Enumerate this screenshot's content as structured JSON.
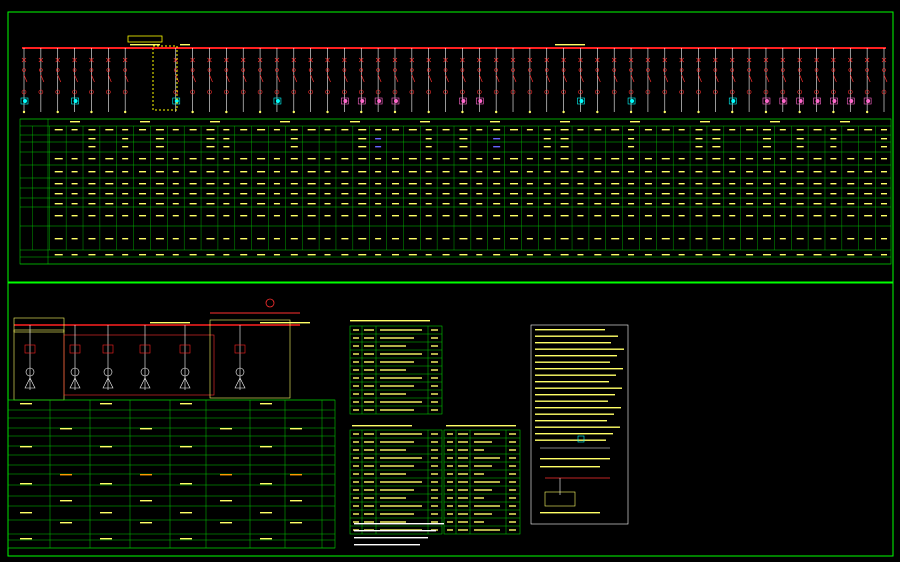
{
  "colors": {
    "background": "#000000",
    "frame": "#00ff00",
    "bus": "#ff2020",
    "feeder": "#ffffff",
    "breaker": "#ff3030",
    "table_line": "#00cc00",
    "text": "#ffff66",
    "load_cyan": "#00ffff",
    "load_pink": "#ff66cc",
    "note_box": "#ffffff"
  },
  "drawing": {
    "description_icon": "cad-single-line-diagram",
    "top_panel": {
      "bus_label": "",
      "feeder_count": 52,
      "table_rows": 12
    },
    "bottom_left_panel": {
      "subpanel_feeders": 6,
      "table_rows": 13
    },
    "legend_tables": 3,
    "notes_box": {
      "lines": 22
    }
  }
}
